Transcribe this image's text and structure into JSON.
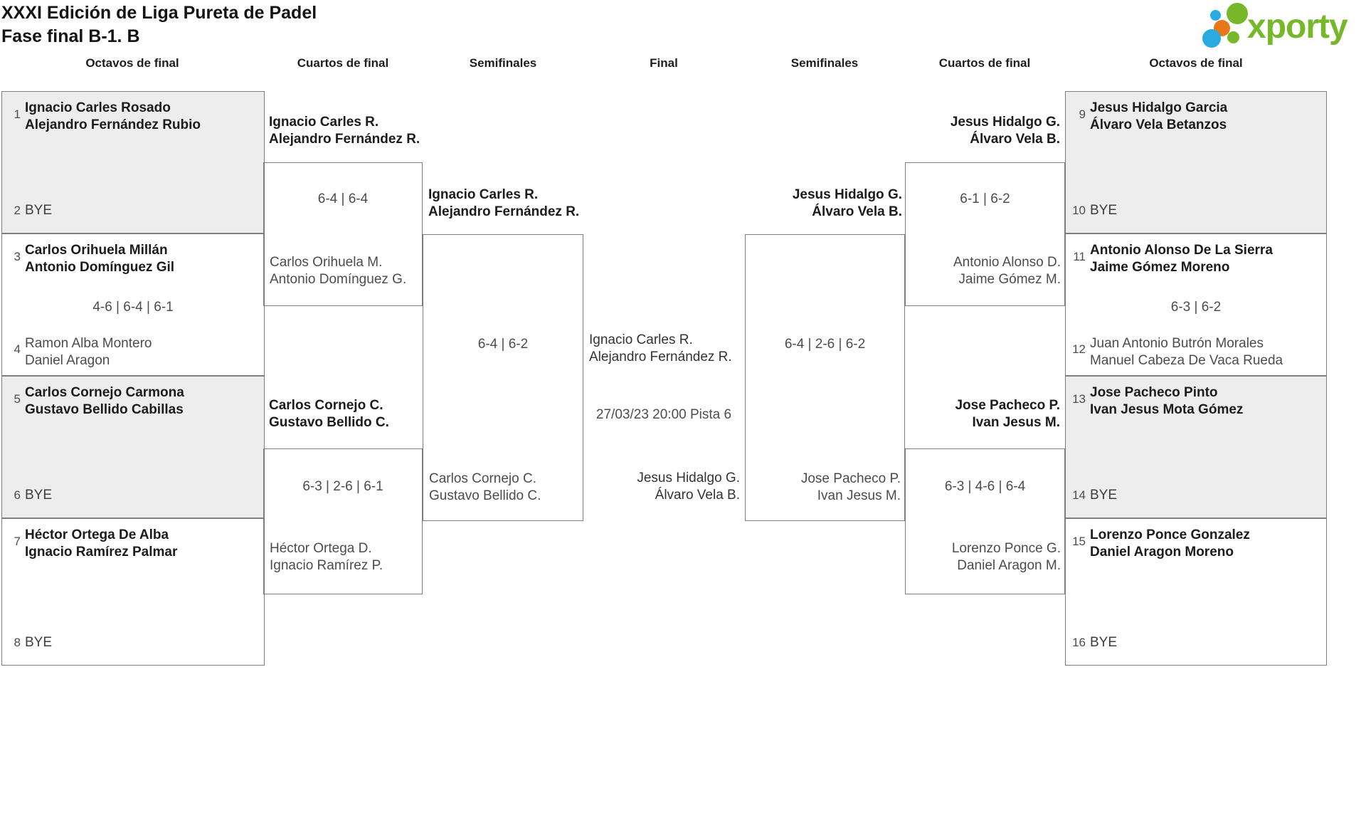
{
  "page": {
    "title_line1": "XXXI Edición de Liga Pureta de Padel",
    "title_line2": "Fase final B-1. B"
  },
  "logo": {
    "text": "xporty",
    "colors": {
      "green": "#76b829",
      "blue": "#29abe2",
      "orange": "#e87817"
    }
  },
  "rounds": {
    "l8": "Octavos de final",
    "l4": "Cuartos de final",
    "l2": "Semifinales",
    "final": "Final",
    "r2": "Semifinales",
    "r4": "Cuartos de final",
    "r8": "Octavos de final"
  },
  "bracket": {
    "l8": [
      {
        "seed_top": "1",
        "top1": "Ignacio Carles Rosado",
        "top2": "Alejandro Fernández Rubio",
        "seed_bot": "2",
        "bot1": "BYE",
        "score": ""
      },
      {
        "seed_top": "3",
        "top1": "Carlos Orihuela Millán",
        "top2": "Antonio Domínguez Gil",
        "seed_bot": "4",
        "bot1": "Ramon Alba Montero",
        "bot2": "Daniel Aragon",
        "score": "4-6 | 6-4 | 6-1"
      },
      {
        "seed_top": "5",
        "top1": "Carlos Cornejo Carmona",
        "top2": "Gustavo Bellido Cabillas",
        "seed_bot": "6",
        "bot1": "BYE",
        "score": ""
      },
      {
        "seed_top": "7",
        "top1": "Héctor Ortega De Alba",
        "top2": "Ignacio Ramírez Palmar",
        "seed_bot": "8",
        "bot1": "BYE",
        "score": ""
      }
    ],
    "l4": [
      {
        "winner1": "Ignacio Carles R.",
        "winner2": "Alejandro Fernández R.",
        "score": "6-4 | 6-4",
        "loser1": "Carlos Orihuela M.",
        "loser2": "Antonio Domínguez G."
      },
      {
        "winner1": "Carlos Cornejo C.",
        "winner2": "Gustavo Bellido C.",
        "score": "6-3 | 2-6 | 6-1",
        "loser1": "Héctor Ortega D.",
        "loser2": "Ignacio Ramírez P."
      }
    ],
    "l2": {
      "winner1": "Ignacio Carles R.",
      "winner2": "Alejandro Fernández R.",
      "score": "6-4 | 6-2",
      "loser1": "Carlos Cornejo C.",
      "loser2": "Gustavo Bellido C."
    },
    "final": {
      "team_left1": "Ignacio Carles R.",
      "team_left2": "Alejandro Fernández R.",
      "schedule": "27/03/23 20:00 Pista 6",
      "team_right1": "Jesus Hidalgo G.",
      "team_right2": "Álvaro Vela B."
    },
    "r2": {
      "winner1": "Jesus Hidalgo G.",
      "winner2": "Álvaro Vela B.",
      "score": "6-4 | 2-6 | 6-2",
      "loser1": "Jose Pacheco P.",
      "loser2": "Ivan Jesus M."
    },
    "r4": [
      {
        "winner1": "Jesus Hidalgo G.",
        "winner2": "Álvaro Vela B.",
        "score": "6-1 | 6-2",
        "loser1": "Antonio Alonso D.",
        "loser2": "Jaime Gómez M."
      },
      {
        "winner1": "Jose Pacheco P.",
        "winner2": "Ivan Jesus M.",
        "score": "6-3 | 4-6 | 6-4",
        "loser1": "Lorenzo Ponce G.",
        "loser2": "Daniel Aragon M."
      }
    ],
    "r8": [
      {
        "seed_top": "9",
        "top1": "Jesus Hidalgo Garcia",
        "top2": "Álvaro Vela Betanzos",
        "seed_bot": "10",
        "bot1": "BYE",
        "score": ""
      },
      {
        "seed_top": "11",
        "top1": "Antonio Alonso De La Sierra",
        "top2": "Jaime Gómez Moreno",
        "seed_bot": "12",
        "bot1": "Juan Antonio Butrón Morales",
        "bot2": "Manuel Cabeza De Vaca Rueda",
        "score": "6-3 | 6-2"
      },
      {
        "seed_top": "13",
        "top1": "Jose Pacheco Pinto",
        "top2": "Ivan Jesus Mota Gómez",
        "seed_bot": "14",
        "bot1": "BYE",
        "score": ""
      },
      {
        "seed_top": "15",
        "top1": "Lorenzo Ponce Gonzalez",
        "top2": "Daniel Aragon Moreno",
        "seed_bot": "16",
        "bot1": "BYE",
        "score": ""
      }
    ]
  },
  "colors": {
    "shaded_box": "#ededed",
    "box_border": "#7d7d7d",
    "winner_text": "#1c1c1c",
    "muted_text": "#4c4c4c"
  }
}
